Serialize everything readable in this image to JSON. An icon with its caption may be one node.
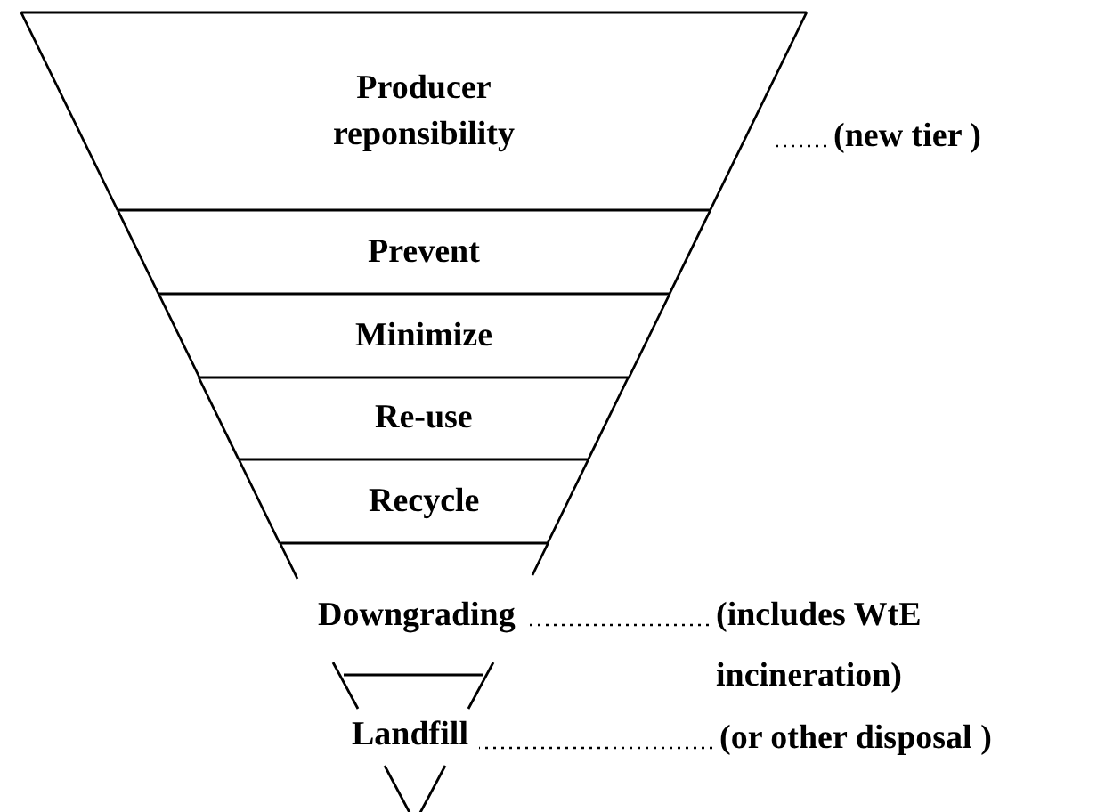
{
  "diagram": {
    "nodes": [
      {
        "text": [
          "Producer reponsibility"
        ]
      },
      {
        "text": [
          "Prevent"
        ]
      },
      {
        "text": [
          "Minimize"
        ]
      },
      {
        "text": [
          "Re-use"
        ]
      },
      {
        "text": [
          "Recycle"
        ]
      },
      {
        "text": [
          "Downgrading"
        ]
      },
      {
        "text": [
          "Landfill"
        ]
      },
      {
        "text": [
          "(new tier )"
        ]
      },
      {
        "text": [
          "(includes WtE incineration)"
        ]
      },
      {
        "text": [
          "(or other disposal )"
        ]
      }
    ],
    "edges": [
      {
        "from": 7,
        "to": 0,
        "arrow": "none",
        "style": "dashed"
      },
      {
        "from": 8,
        "to": 5,
        "arrow": "none",
        "style": "dashed"
      },
      {
        "from": 9,
        "to": 6,
        "arrow": "none",
        "style": "dashed"
      }
    ]
  }
}
